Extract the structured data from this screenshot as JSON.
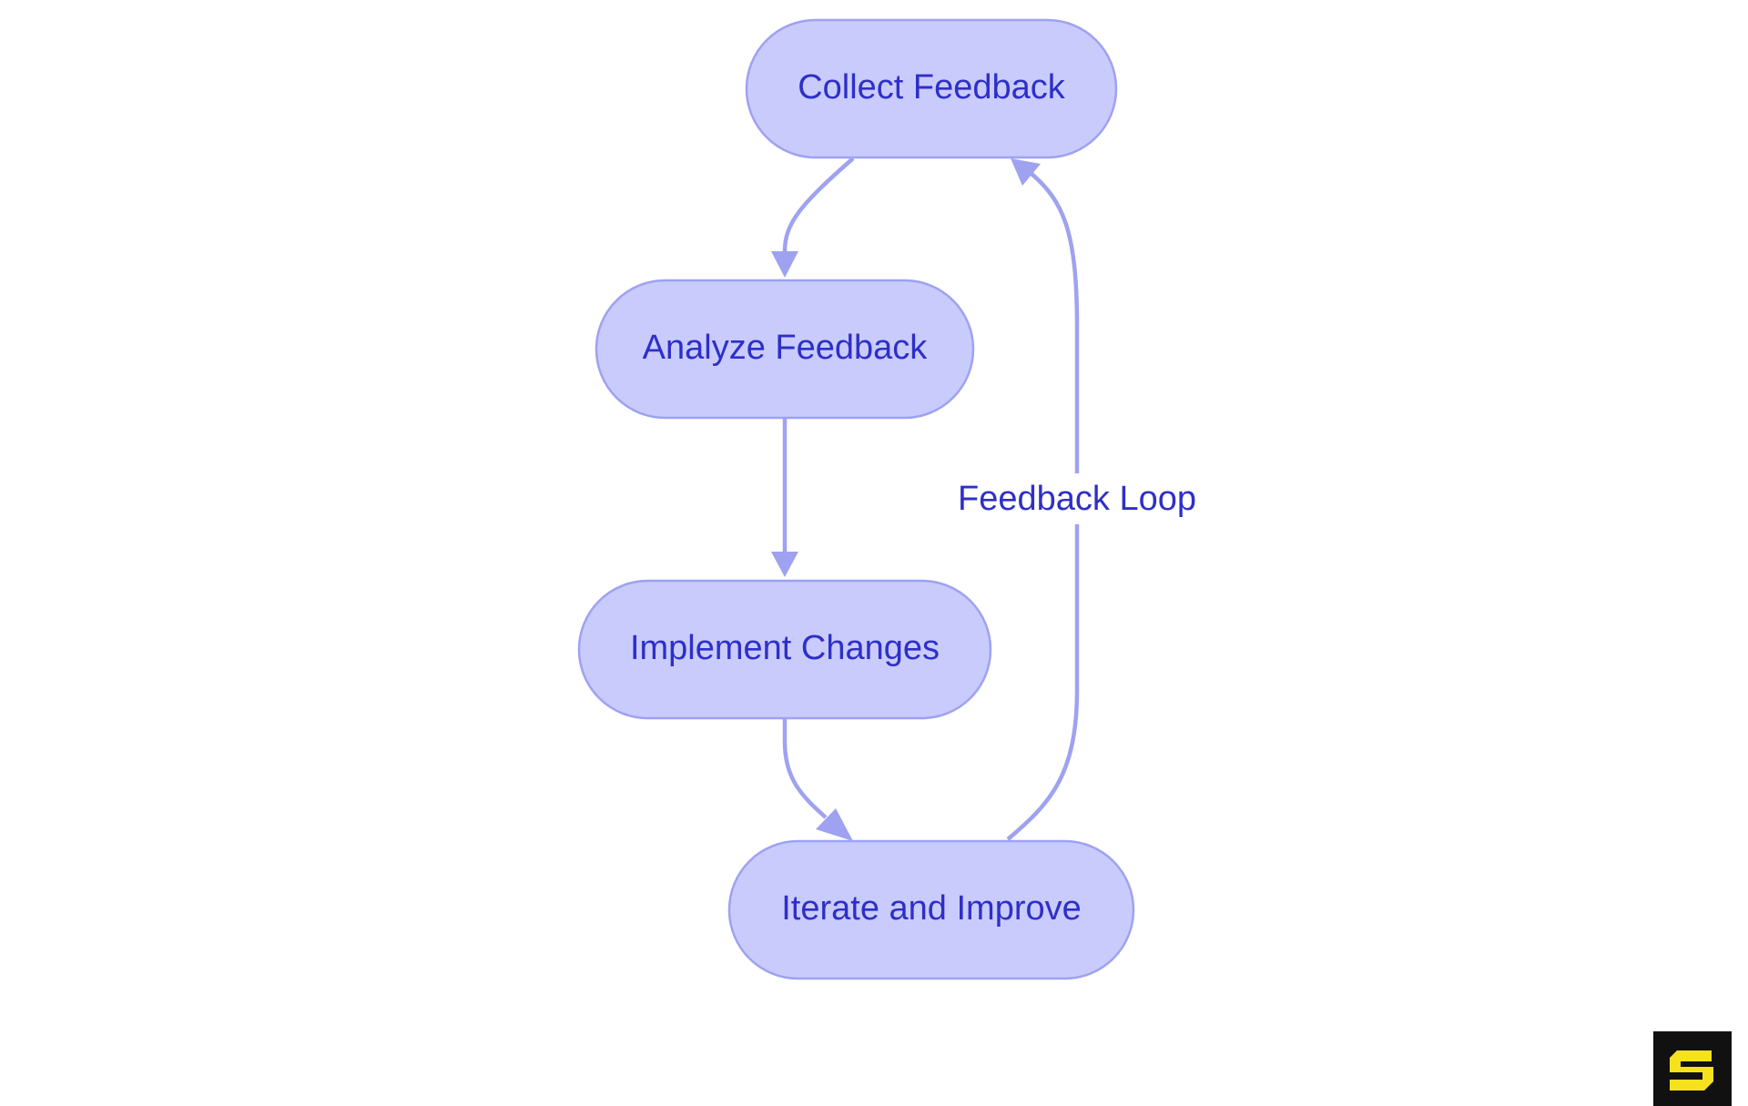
{
  "diagram": {
    "type": "flowchart",
    "direction": "top-down",
    "nodes": [
      {
        "id": "collect",
        "label": "Collect Feedback"
      },
      {
        "id": "analyze",
        "label": "Analyze Feedback"
      },
      {
        "id": "implement",
        "label": "Implement Changes"
      },
      {
        "id": "iterate",
        "label": "Iterate and Improve"
      }
    ],
    "edges": [
      {
        "from": "collect",
        "to": "analyze",
        "label": ""
      },
      {
        "from": "analyze",
        "to": "implement",
        "label": ""
      },
      {
        "from": "implement",
        "to": "iterate",
        "label": ""
      },
      {
        "from": "iterate",
        "to": "collect",
        "label": "Feedback Loop"
      }
    ],
    "colors": {
      "node_fill": "#c9cbfd",
      "node_stroke": "#9ea2f0",
      "edge": "#9ea2f0",
      "text": "#2e2fc8"
    }
  },
  "logo": {
    "icon": "s-logo-icon",
    "background": "#111111",
    "accent": "#f5e11d"
  }
}
